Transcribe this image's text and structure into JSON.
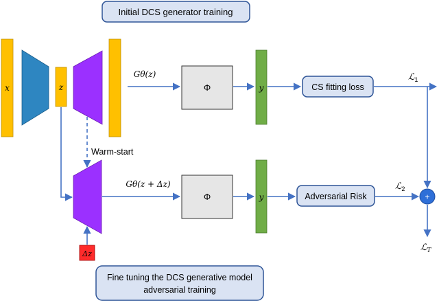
{
  "boxes": {
    "top_title": "Initial DCS generator training",
    "bottom_title_line1": "Fine tuning the DCS generative model",
    "bottom_title_line2": "adversarial training",
    "cs_loss": "CS fitting loss",
    "adv_risk": "Adversarial Risk",
    "phi_top": "Φ",
    "phi_bottom": "Φ"
  },
  "symbols": {
    "x": "x",
    "z": "z",
    "y_top": "y",
    "y_bottom": "y",
    "delta_z": "Δz",
    "g_top": "Gθ(z)",
    "g_bottom": "Gθ(z + Δz)",
    "l1": "ℒ1",
    "l2": "ℒ2",
    "lt": "ℒT",
    "plus": "+"
  },
  "labels": {
    "warm_start": "Warm-start"
  },
  "colors": {
    "yellow": "#ffc000",
    "blue_encoder": "#2e86c1",
    "purple": "#9b30ff",
    "green": "#70ad47",
    "red": "#ff2b2b",
    "gray": "#e6e6e6",
    "callout": "#dae3f3",
    "arrow": "#4472c4"
  }
}
